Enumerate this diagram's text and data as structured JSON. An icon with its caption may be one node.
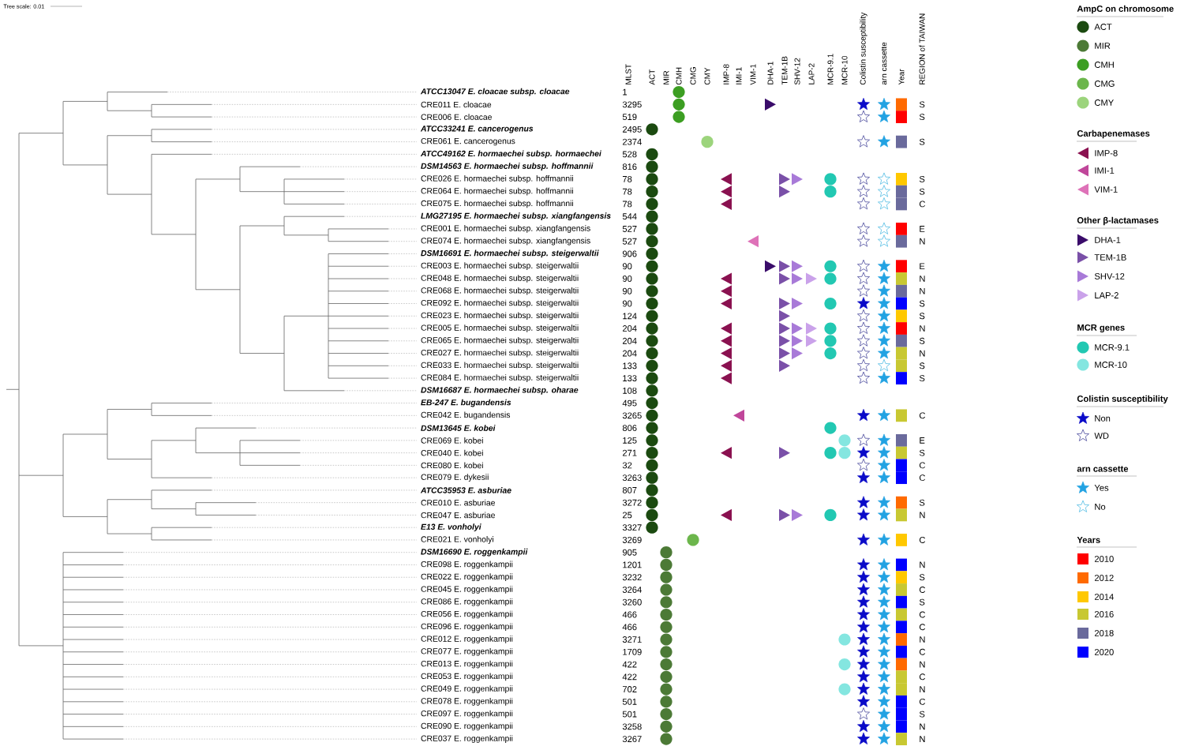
{
  "diagram": {
    "labels": [
      "Tree scale: 0.01",
      "MLST",
      "ACT",
      "MIR",
      "CMH",
      "CMG",
      "CMY",
      "IMP-8",
      "IMI-1",
      "VIM-1",
      "DHA-1",
      "TEM-1B",
      "SHV-12",
      "LAP-2",
      "MCR-9.1",
      "MCR-10",
      "Colistin susceptibility",
      "arn cassette",
      "Year",
      "REGION of TAIWAN",
      "ATCC13047 E. cloacae subsp. cloacae",
      "1",
      "CRE011 E. cloacae",
      "3295",
      "S",
      "CRE006 E. cloacae",
      "519",
      "S",
      "ATCC33241 E. cancerogenus",
      "2495",
      "CRE061 E. cancerogenus",
      "2374",
      "S",
      "ATCC49162 E. hormaechei subsp. hormaechei",
      "528",
      "DSM14563 E. hormaechei subsp. hoffmannii",
      "816",
      "CRE026 E. hormaechei subsp. hoffmannii",
      "78",
      "S",
      "CRE064 E. hormaechei subsp. hoffmannii",
      "78",
      "S",
      "CRE075 E. hormaechei subsp. hoffmannii",
      "78",
      "C",
      "LMG27195 E. hormaechei subsp. xiangfangensis",
      "544",
      "CRE001 E. hormaechei subsp. xiangfangensis",
      "527",
      "E",
      "CRE074 E. hormaechei subsp. xiangfangensis",
      "527",
      "N",
      "DSM16691 E. hormaechei subsp. steigerwaltii",
      "906",
      "CRE003 E. hormaechei subsp. steigerwaltii",
      "90",
      "E",
      "CRE048 E. hormaechei subsp. steigerwaltii",
      "90",
      "N",
      "CRE068 E. hormaechei subsp. steigerwaltii",
      "90",
      "N",
      "CRE092 E. hormaechei subsp. steigerwaltii",
      "90",
      "S",
      "CRE023 E. hormaechei subsp. steigerwaltii",
      "124",
      "S",
      "CRE005 E. hormaechei subsp. steigerwaltii",
      "204",
      "N",
      "CRE065 E. hormaechei subsp. steigerwaltii",
      "204",
      "S",
      "CRE027 E. hormaechei subsp. steigerwaltii",
      "204",
      "N",
      "CRE033 E. hormaechei subsp. steigerwaltii",
      "133",
      "S",
      "CRE084 E. hormaechei subsp. steigerwaltii",
      "133",
      "S",
      "DSM16687 E. hormaechei subsp. oharae",
      "108",
      "EB-247 E. bugandensis",
      "495",
      "CRE042 E. bugandensis",
      "3265",
      "C",
      "DSM13645 E. kobei",
      "806",
      "CRE069 E. kobei",
      "125",
      "E",
      "CRE040 E. kobei",
      "271",
      "S",
      "CRE080 E. kobei",
      "32",
      "C",
      "CRE079 E. dykesii",
      "3263",
      "C",
      "ATCC35953 E. asburiae",
      "807",
      "CRE010 E. asburiae",
      "3272",
      "S",
      "CRE047 E. asburiae",
      "25",
      "N",
      "E13 E. vonholyi",
      "3327",
      "CRE021 E. vonholyi",
      "3269",
      "C",
      "DSM16690 E. roggenkampii",
      "905",
      "CRE098 E. roggenkampii",
      "1201",
      "N",
      "CRE022 E. roggenkampii",
      "3232",
      "S",
      "CRE045 E. roggenkampii",
      "3264",
      "C",
      "CRE086 E. roggenkampii",
      "3260",
      "S",
      "CRE056 E. roggenkampii",
      "466",
      "C",
      "CRE096 E. roggenkampii",
      "466",
      "C",
      "CRE012 E. roggenkampii",
      "3271",
      "N",
      "CRE077 E. roggenkampii",
      "1709",
      "C",
      "CRE013 E. roggenkampii",
      "422",
      "N",
      "CRE053 E. roggenkampii",
      "422",
      "C",
      "CRE049 E. roggenkampii",
      "702",
      "N",
      "CRE078 E. roggenkampii",
      "501",
      "C",
      "CRE097 E. roggenkampii",
      "501",
      "S",
      "CRE090 E. roggenkampii",
      "3258",
      "N",
      "CRE037 E. roggenkampii",
      "3267",
      "N",
      "AmpC on chromosome",
      "Carbapenemases",
      "Other β-lactamases",
      "MCR genes",
      "Colistin susceptibility",
      "arn cassette",
      "Years"
    ],
    "legend": [
      {
        "text": "ACT",
        "color": "#1b4a10"
      },
      {
        "text": "MIR",
        "color": "#4c7a36"
      },
      {
        "text": "CMH",
        "color": "#3c9e22"
      },
      {
        "text": "CMG",
        "color": "#6cb64c"
      },
      {
        "text": "CMY",
        "color": "#9cd47c"
      },
      {
        "text": "IMP-8",
        "color": "#8a1150"
      },
      {
        "text": "IMI-1",
        "color": "#c0469a"
      },
      {
        "text": "VIM-1",
        "color": "#de72b8"
      },
      {
        "text": "DHA-1",
        "color": "#3a0c6a"
      },
      {
        "text": "TEM-1B",
        "color": "#7a50a8"
      },
      {
        "text": "SHV-12",
        "color": "#a87ad8"
      },
      {
        "text": "LAP-2",
        "color": "#caa2ea"
      },
      {
        "text": "MCR-9.1",
        "color": "#22c8b2"
      },
      {
        "text": "MCR-10",
        "color": "#84e6e0"
      },
      {
        "text": "Non"
      },
      {
        "text": "WD"
      },
      {
        "text": "Yes"
      },
      {
        "text": "No"
      },
      {
        "text": "2010",
        "color": "#ff0000"
      },
      {
        "text": "2012",
        "color": "#ff6a00"
      },
      {
        "text": "2014",
        "color": "#ffc800"
      },
      {
        "text": "2016",
        "color": "#c8c832"
      },
      {
        "text": "2018",
        "color": "#6a6a9c"
      },
      {
        "text": "2020",
        "color": "#0000ff"
      }
    ]
  }
}
